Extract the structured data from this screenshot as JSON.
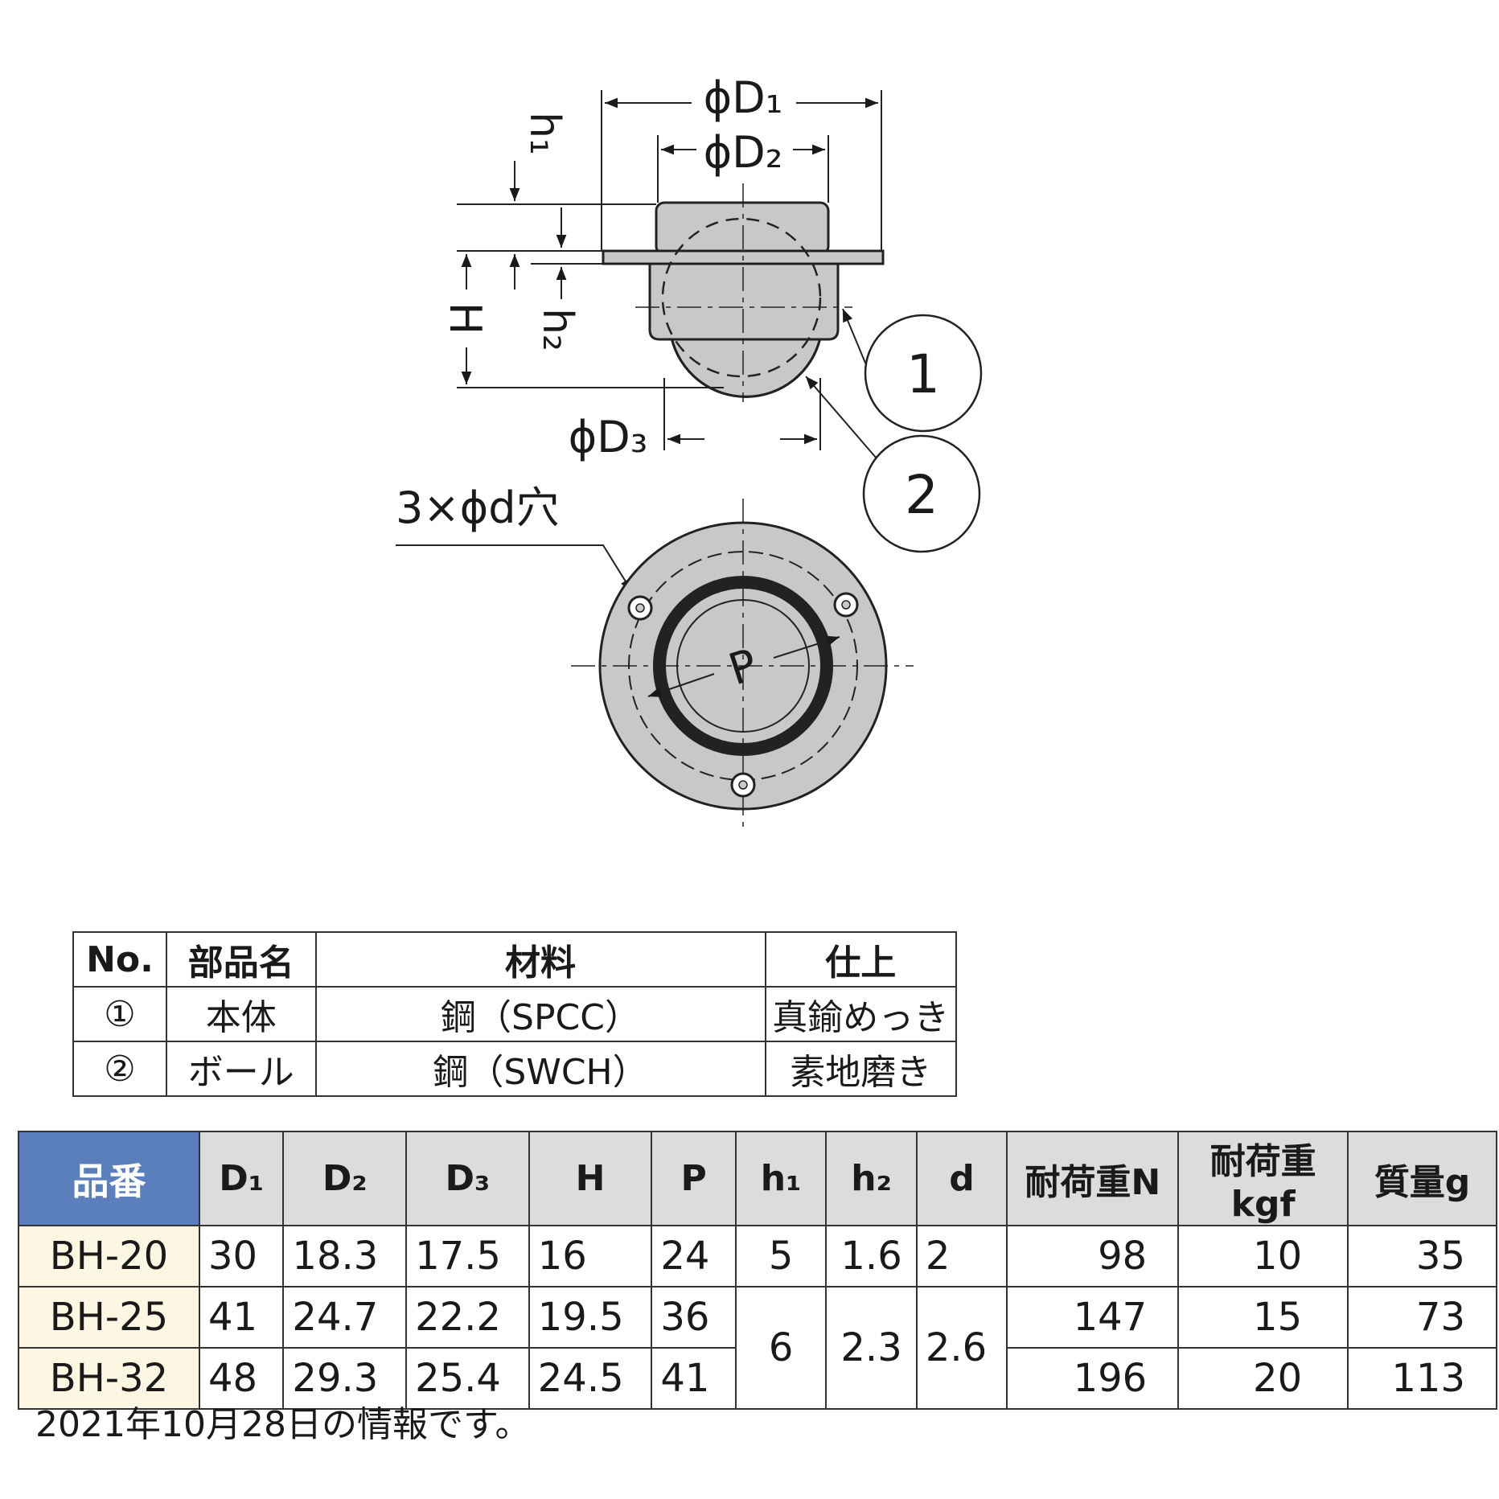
{
  "drawing": {
    "labels": {
      "d1": "ϕD₁",
      "d2": "ϕD₂",
      "d3": "ϕD₃",
      "h1": "h₁",
      "h2": "h₂",
      "h": "H",
      "p": "P",
      "holes": "3×ϕd穴",
      "callout1": "1",
      "callout2": "2"
    }
  },
  "parts_table": {
    "headers": [
      "No.",
      "部品名",
      "材料",
      "仕上"
    ],
    "rows": [
      [
        "①",
        "本体",
        "鋼（SPCC）",
        "真鍮めっき"
      ],
      [
        "②",
        "ボール",
        "鋼（SWCH）",
        "素地磨き"
      ]
    ]
  },
  "spec_table": {
    "headers": [
      "品番",
      "D₁",
      "D₂",
      "D₃",
      "H",
      "P",
      "h₁",
      "h₂",
      "d",
      "耐荷重N",
      "耐荷重kgf",
      "質量g"
    ],
    "rows": [
      {
        "model": "BH-20",
        "d1": "30",
        "d2": "18.3",
        "d3": "17.5",
        "h": "16",
        "p": "24",
        "h1": "5",
        "h2": "1.6",
        "d": "2",
        "load_n": "98",
        "load_kgf": "10",
        "mass": "35"
      },
      {
        "model": "BH-25",
        "d1": "41",
        "d2": "24.7",
        "d3": "22.2",
        "h": "19.5",
        "p": "36",
        "load_n": "147",
        "load_kgf": "15",
        "mass": "73"
      },
      {
        "model": "BH-32",
        "d1": "48",
        "d2": "29.3",
        "d3": "25.4",
        "h": "24.5",
        "p": "41",
        "load_n": "196",
        "load_kgf": "20",
        "mass": "113"
      }
    ],
    "shared": {
      "h1": "6",
      "h2": "2.3",
      "d": "2.6"
    }
  },
  "note": "2021年10月28日の情報です。",
  "colors": {
    "header_blue": "#5b7fbd",
    "header_gray": "#dcdcdc",
    "model_cell": "#fdf6e3",
    "part_fill": "#c8c8c8"
  }
}
